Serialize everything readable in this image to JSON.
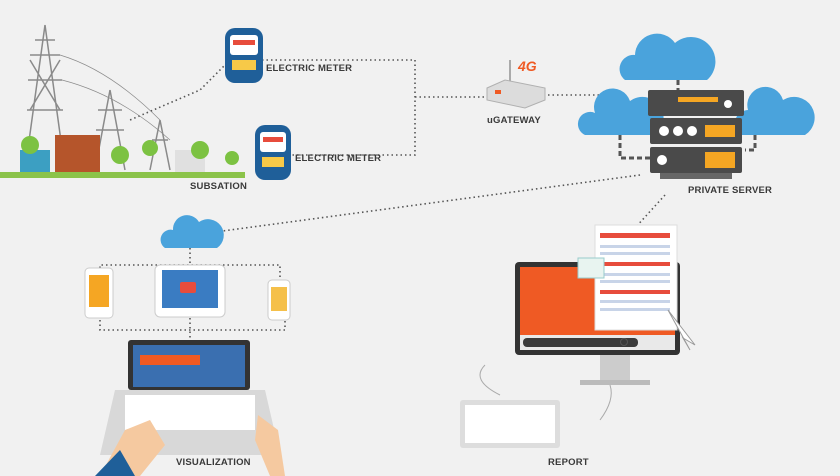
{
  "labels": {
    "meter_1": "ELECTRIC METER",
    "meter_2": "ELECTRIC METER",
    "substation": "SUBSATION",
    "gateway": "uGATEWAY",
    "network": "4G",
    "server": "PRIVATE SERVER",
    "visualization": "VISUALIZATION",
    "report": "REPORT"
  },
  "colors": {
    "background": "#f1f1f1",
    "cloud": "#4aa3dc",
    "accent_orange": "#ef5a24",
    "server_gray": "#4a4a4a",
    "meter_blue": "#1f5f99",
    "tree_green": "#7cc242"
  }
}
